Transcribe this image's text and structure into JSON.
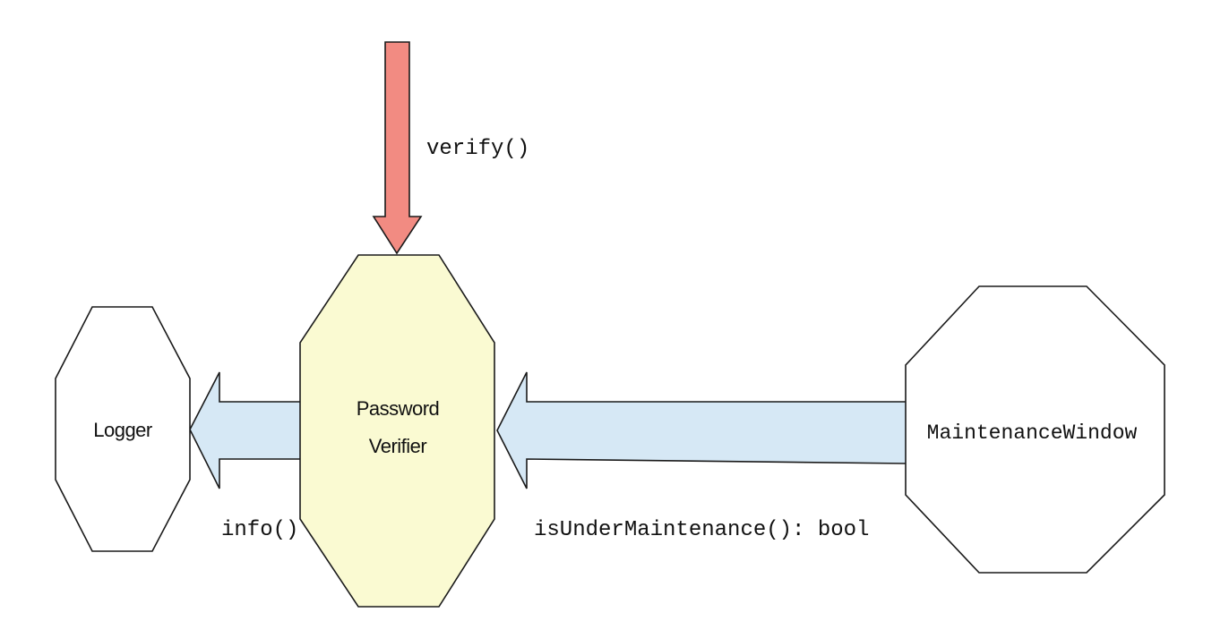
{
  "nodes": {
    "logger": {
      "label": "Logger"
    },
    "password_verifier": {
      "label_line1": "Password",
      "label_line2": "Verifier"
    },
    "maintenance_window": {
      "label": "MaintenanceWindow"
    }
  },
  "arrows": {
    "verify": {
      "label": "verify()",
      "color": "#f28b82"
    },
    "info": {
      "label": "info()",
      "color": "#d6e8f5"
    },
    "maintenance": {
      "label": "isUnderMaintenance(): bool",
      "color": "#d6e8f5"
    }
  },
  "colors": {
    "verifier_fill": "#fafad2",
    "node_fill": "#ffffff",
    "outline": "#1a1a1a"
  }
}
